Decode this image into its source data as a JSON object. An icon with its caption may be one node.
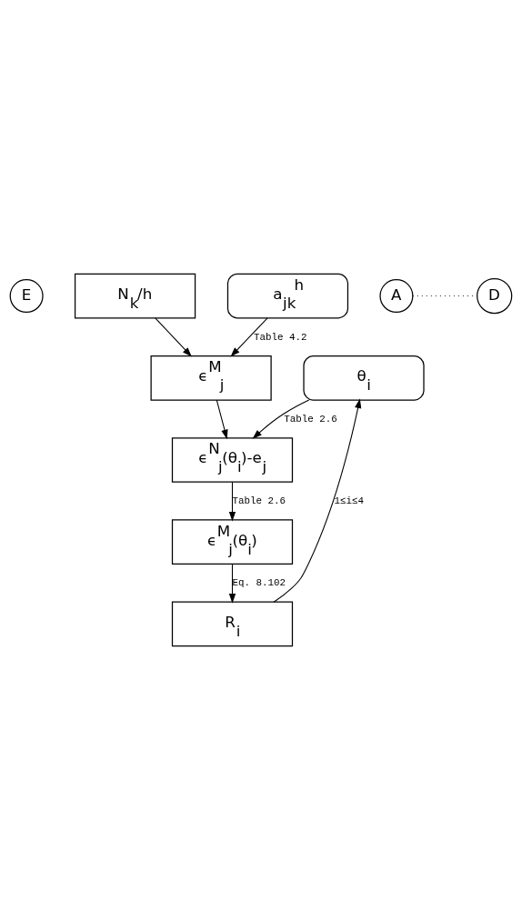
{
  "diagram": {
    "nodes": [
      {
        "text": [
          "E"
        ]
      },
      {
        "text": [
          "N$_{k}$/h"
        ]
      },
      {
        "text": [
          "a$_{jk}$$^{h}$"
        ]
      },
      {
        "text": [
          "ϵ$^{M}$$_{j}$"
        ]
      },
      {
        "text": [
          "A"
        ]
      },
      {
        "text": [
          "D"
        ]
      },
      {
        "text": [
          "θ$_{i}$"
        ]
      },
      {
        "text": [
          "ϵ$^{N}$$_{j}$(θ$_{i}$)-e$_{j}$"
        ]
      },
      {
        "text": [
          "ϵ$^{M}$$_{j}$(θ$_{i}$)"
        ]
      },
      {
        "text": [
          "R$_{i}$"
        ]
      }
    ],
    "edges": [
      {
        "from": 1,
        "to": 3,
        "arrow": "to"
      },
      {
        "from": 2,
        "to": 3,
        "arrow": "to",
        "label": "Table 4.2"
      },
      {
        "from": 4,
        "to": 5,
        "arrow": "none",
        "style": "dashed"
      },
      {
        "from": 3,
        "to": 7,
        "arrow": "to"
      },
      {
        "from": 6,
        "to": 7,
        "arrow": "to",
        "label": "Table 2.6"
      },
      {
        "from": 7,
        "to": 8,
        "arrow": "to",
        "label": "Table 2.6"
      },
      {
        "from": 8,
        "to": 9,
        "arrow": "to",
        "label": "Eq. 8.102"
      },
      {
        "from": 9,
        "to": 6,
        "arrow": "to",
        "label": "1≤i≤4"
      }
    ]
  }
}
